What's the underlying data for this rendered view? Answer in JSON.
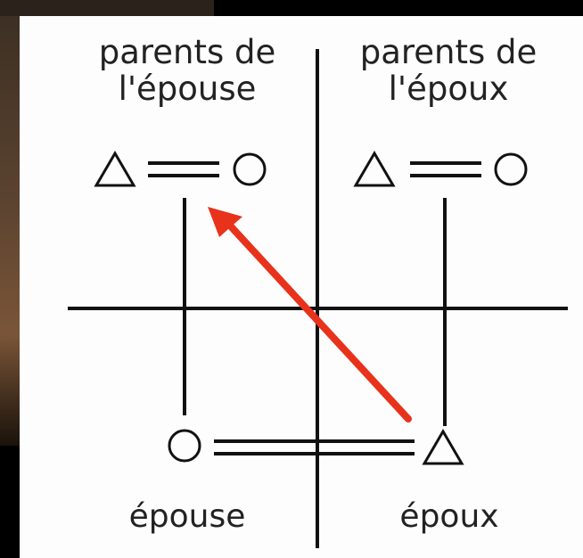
{
  "labels": {
    "top_left": "parents de\nl'épouse",
    "top_right": "parents de\nl'époux",
    "bottom_left": "épouse",
    "bottom_right": "époux"
  },
  "colors": {
    "panel_background": "#fdfdfd",
    "line": "#111111",
    "arrow": "#e8321c",
    "outer_background": "#000000"
  },
  "symbols": {
    "male": "triangle",
    "female": "circle",
    "marriage": "double-line"
  }
}
